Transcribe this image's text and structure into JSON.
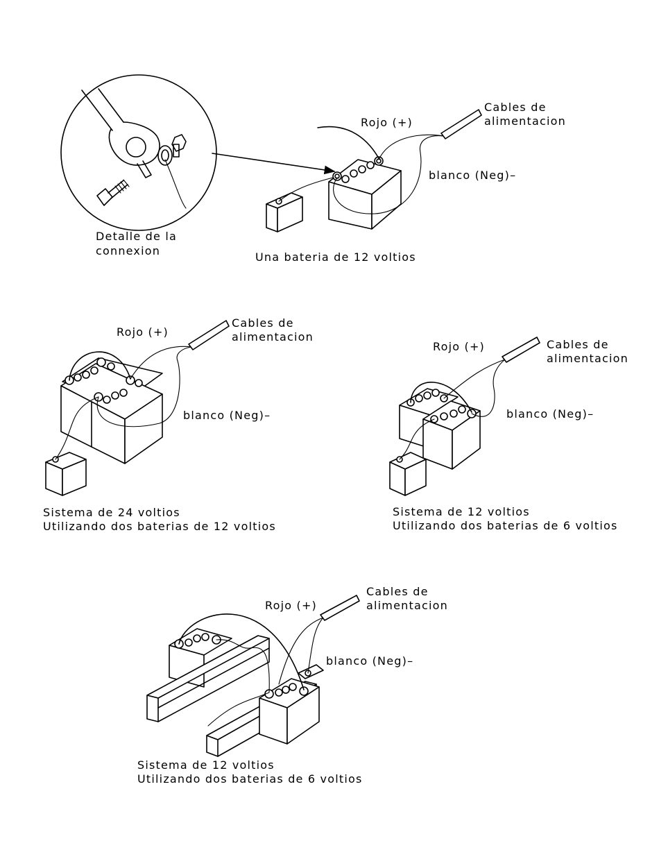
{
  "diagram1": {
    "detail_line1": "Detalle de la",
    "detail_line2": "connexion",
    "caption": "Una bateria de 12 voltios",
    "red": "Rojo (+)",
    "cables1": "Cables de",
    "cables2": "alimentacion",
    "neg": "blanco (Neg)–"
  },
  "diagram2": {
    "red": "Rojo (+)",
    "cables1": "Cables de",
    "cables2": "alimentacion",
    "neg": "blanco (Neg)–",
    "caption1": "Sistema de 24 voltios",
    "caption2": "Utilizando dos baterias de 12 voltios"
  },
  "diagram3": {
    "red": "Rojo (+)",
    "cables1": "Cables de",
    "cables2": "alimentacion",
    "neg": "blanco (Neg)–",
    "caption1": "Sistema de 12 voltios",
    "caption2": "Utilizando dos baterias de 6 voltios"
  },
  "diagram4": {
    "red": "Rojo (+)",
    "cables1": "Cables de",
    "cables2": "alimentacion",
    "neg": "blanco (Neg)–",
    "caption1": "Sistema de 12 voltios",
    "caption2": "Utilizando dos baterias de 6 voltios"
  }
}
